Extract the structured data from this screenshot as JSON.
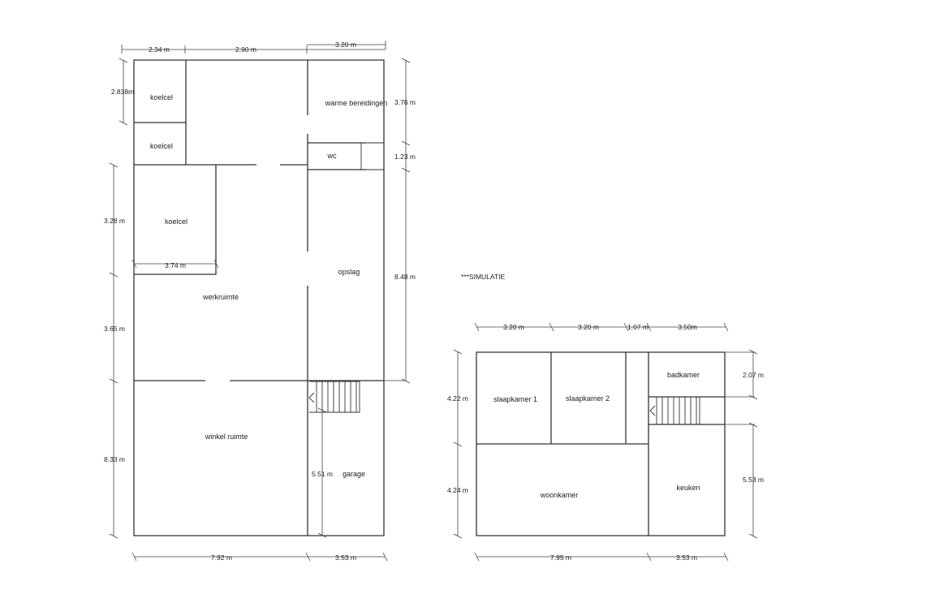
{
  "note": "***SIMULATIE",
  "ground_floor": {
    "rooms": {
      "koelcel_1": "koelcel",
      "koelcel_2": "koelcel",
      "koelcel_3": "koelcel",
      "warme_bereidingen": "warme bereidingen",
      "wc": "wc",
      "opslag": "opslag",
      "werkruimte": "werkruimte",
      "winkel_ruimte": "winkel ruimte",
      "garage": "garage"
    },
    "dimensions": {
      "top_1": "2.34 m",
      "top_2": "2.90 m",
      "top_3": "3.20 m",
      "left_koelcel": "2.838m",
      "left_3_28": "3.28 m",
      "left_3_65": "3.65 m",
      "left_8_33": "8.33 m",
      "koelcel_width": "3.74 m",
      "right_3_76": "3.76 m",
      "right_1_23": "1.23 m",
      "right_8_48": "8.48 m",
      "garage_depth": "5.51 m",
      "bottom_1": "7.92 m",
      "bottom_2": "3.53 m"
    }
  },
  "upper_floor": {
    "rooms": {
      "slaapkamer_1": "slaapkamer 1",
      "slaapkamer_2": "slaapkamer 2",
      "badkamer": "badkamer",
      "woonkamer": "woonkamer",
      "keuken": "keuken"
    },
    "dimensions": {
      "top_1": "3.20 m",
      "top_2": "3.20 m",
      "top_3": "1.07 m",
      "top_4": "3.50m",
      "left_1": "4.22 m",
      "left_2": "4.24 m",
      "right_1": "2.07 m",
      "right_2": "5.53 m",
      "bottom_1": "7.95 m",
      "bottom_2": "3.53 m"
    }
  }
}
